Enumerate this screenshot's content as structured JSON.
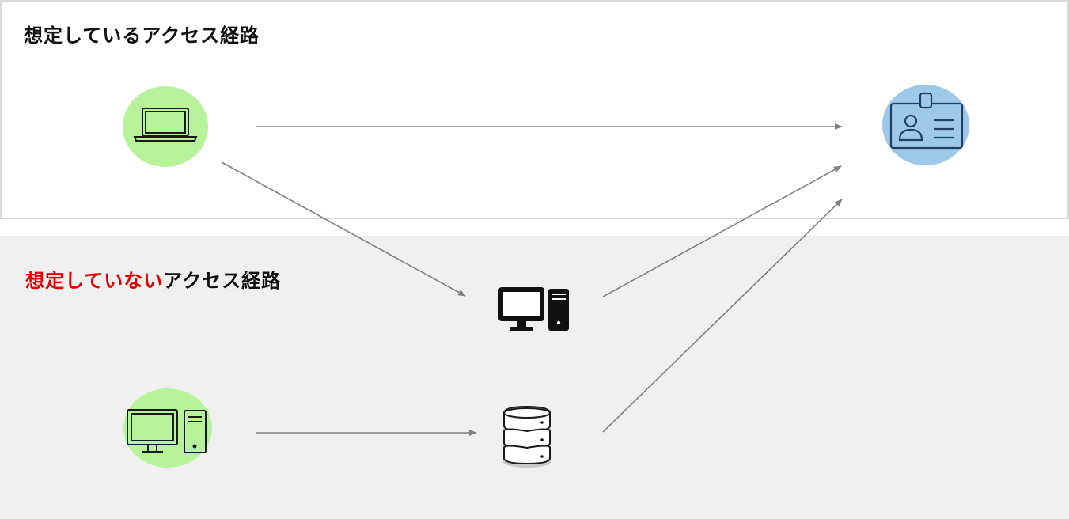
{
  "panels": {
    "expected": {
      "title": "想定しているアクセス経路"
    },
    "unexpected": {
      "title_highlight": "想定していない",
      "title_rest": "アクセス経路"
    }
  },
  "nodes": [
    {
      "id": "user-laptop",
      "icon": "laptop-icon",
      "background": "#b7f39a"
    },
    {
      "id": "user-desktop",
      "icon": "desktop-computer-icon",
      "background": "#b7f39a"
    },
    {
      "id": "intermediate-server",
      "icon": "workstation-icon",
      "background": "none"
    },
    {
      "id": "database",
      "icon": "database-icon",
      "background": "none"
    },
    {
      "id": "id-card",
      "icon": "id-card-icon",
      "background": "#9ec8e8"
    }
  ],
  "edges": [
    {
      "from": "user-laptop",
      "to": "id-card"
    },
    {
      "from": "user-laptop",
      "to": "intermediate-server"
    },
    {
      "from": "intermediate-server",
      "to": "id-card"
    },
    {
      "from": "user-desktop",
      "to": "database"
    },
    {
      "from": "database",
      "to": "id-card"
    }
  ],
  "colors": {
    "highlight": "#e00000",
    "arrow": "#808080",
    "panel_bg": "#f0f0f0",
    "panel_border": "#d9d9d9"
  }
}
